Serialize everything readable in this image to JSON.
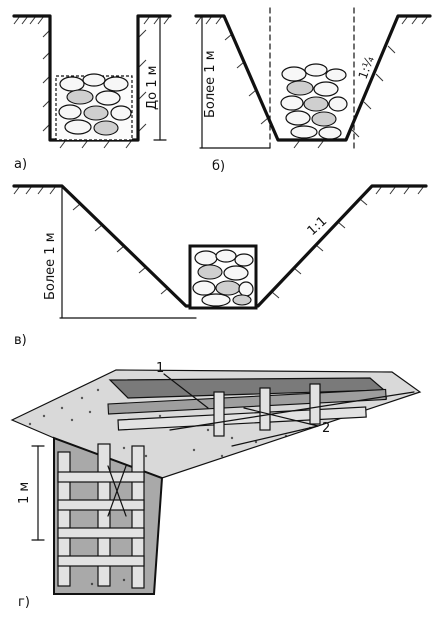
{
  "panels": {
    "a": {
      "label": "а)",
      "depth_label": "До 1 м"
    },
    "b": {
      "label": "б)",
      "depth_label": "Более 1 м",
      "slope_label": "1:¼"
    },
    "c": {
      "label": "в)",
      "depth_label": "Более 1 м",
      "slope_label": "1:1"
    },
    "d": {
      "label": "г)",
      "depth_label": "1 м",
      "callout_1": "1",
      "callout_2": "2"
    }
  }
}
